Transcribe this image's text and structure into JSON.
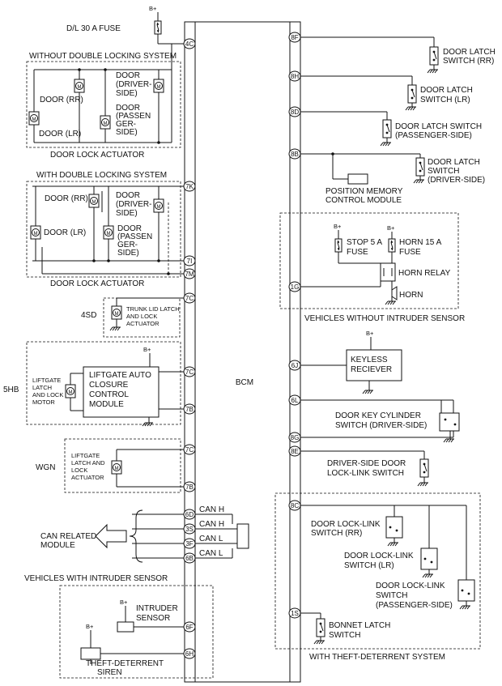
{
  "diagram": {
    "title": "BCM",
    "supply": "B+",
    "pins": {
      "p4C": "4C",
      "p7K": "7K",
      "p7I": "7I",
      "p7M": "7M",
      "p7C1": "7C",
      "p7C2": "7C",
      "p7B1": "7B",
      "p7C3": "7C",
      "p7B2": "7B",
      "p6D": "6D",
      "p3S": "3S",
      "p3F": "3F",
      "p6B": "6B",
      "p6F": "6F",
      "p6H": "6H",
      "p8F": "8F",
      "p8H": "8H",
      "p8D": "8D",
      "p8B": "8B",
      "p1G": "1G",
      "p6J": "6J",
      "p6L": "6L",
      "p8G": "8G",
      "p8E": "8E",
      "p8C": "8C",
      "p1S": "1S"
    },
    "left": {
      "fuse_dl": "D/L 30 A FUSE",
      "without_dl_title": "WITHOUT DOUBLE LOCKING SYSTEM",
      "wo_door_rr": "DOOR (RR)",
      "wo_door_lr": "DOOR (LR)",
      "wo_driver": [
        "DOOR",
        "(DRIVER-",
        "SIDE)"
      ],
      "wo_passenger": [
        "DOOR",
        "(PASSEN",
        "GER-",
        "SIDE)"
      ],
      "actuator_1": "DOOR LOCK ACTUATOR",
      "with_dl_title": "WITH DOUBLE LOCKING SYSTEM",
      "w_door_rr": "DOOR (RR)",
      "w_door_lr": "DOOR (LR)",
      "w_driver": [
        "DOOR",
        "(DRIVER-",
        "SIDE)"
      ],
      "w_passenger": [
        "DOOR",
        "(PASSEN",
        "GER-",
        "SIDE)"
      ],
      "actuator_2": "DOOR LOCK ACTUATOR",
      "label_4sd": "4SD",
      "trunk": [
        "TRUNK LID LATCH",
        "AND LOCK",
        "ACTUATOR"
      ],
      "label_5hb": "5HB",
      "liftgate_motor": [
        "LIFTGATE",
        "LATCH",
        "AND LOCK",
        "MOTOR"
      ],
      "liftgate_module": [
        "LIFTGATE AUTO",
        "CLOSURE",
        "CONTROL",
        "MODULE"
      ],
      "label_wgn": "WGN",
      "liftgate_actuator": [
        "LIFTGATE",
        "LATCH AND",
        "LOCK",
        "ACTUATOR"
      ],
      "can": [
        "CAN H",
        "CAN H",
        "CAN L",
        "CAN L"
      ],
      "can_module": [
        "CAN RELATED",
        "MODULE"
      ],
      "intruder_title": "VEHICLES WITH INTRUDER SENSOR",
      "intruder_sensor": [
        "INTRUDER",
        "SENSOR"
      ],
      "siren": [
        "THEFT-DETERRENT",
        "SIREN"
      ]
    },
    "right": {
      "latch_rr": [
        "DOOR LATCH",
        "SWITCH (RR)"
      ],
      "latch_lr": [
        "DOOR LATCH",
        "SWITCH (LR)"
      ],
      "latch_pass": [
        "DOOR LATCH SWITCH",
        "(PASSENGER-SIDE)"
      ],
      "latch_drv": [
        "DOOR LATCH",
        "SWITCH",
        "(DRIVER-SIDE)"
      ],
      "pos_mem": [
        "POSITION MEMORY",
        "CONTROL MODULE"
      ],
      "fuse_stop": [
        "STOP 5 A",
        "FUSE"
      ],
      "fuse_horn": [
        "HORN 15 A",
        "FUSE"
      ],
      "horn_relay": "HORN RELAY",
      "horn": "HORN",
      "without_intruder": "VEHICLES WITHOUT INTRUDER SENSOR",
      "keyless": [
        "KEYLESS",
        "RECIEVER"
      ],
      "key_cyl": [
        "DOOR KEY CYLINDER",
        "SWITCH (DRIVER-SIDE)"
      ],
      "lock_link_drv": [
        "DRIVER-SIDE DOOR",
        "LOCK-LINK SWITCH"
      ],
      "lock_link_rr": [
        "DOOR LOCK-LINK",
        "SWITCH (RR)"
      ],
      "lock_link_lr": [
        "DOOR LOCK-LINK",
        "SWITCH (LR)"
      ],
      "lock_link_pass": [
        "DOOR LOCK-LINK",
        "SWITCH",
        "(PASSENGER-SIDE)"
      ],
      "bonnet": [
        "BONNET LATCH",
        "SWITCH"
      ],
      "theft_system": "WITH THEFT-DETERRENT SYSTEM"
    }
  }
}
